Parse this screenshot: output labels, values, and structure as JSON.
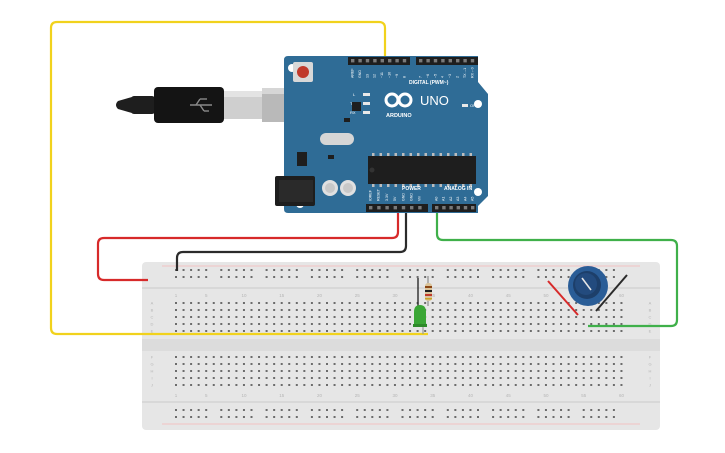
{
  "arduino": {
    "brand": "ARDUINO",
    "model": "UNO",
    "digital_header_label": "DIGITAL (PWM~)",
    "analog_header_label": "ANALOG IN",
    "power_header_label": "POWER",
    "led_labels": [
      "L",
      "TX",
      "RX"
    ],
    "on_label": "ON",
    "digital_pin_labels": [
      "AREF",
      "GND",
      "13",
      "12",
      "~11",
      "~10",
      "~9",
      "8",
      "7",
      "~6",
      "~5",
      "4",
      "~3",
      "2",
      "TX→1",
      "RX←0"
    ],
    "power_pin_labels": [
      "IOREF",
      "RESET",
      "3.3V",
      "5V",
      "GND",
      "GND",
      "Vin"
    ],
    "analog_pin_labels": [
      "A0",
      "A1",
      "A2",
      "A3",
      "A4",
      "A5"
    ],
    "board_color": "#2f6c96"
  },
  "breadboard": {
    "column_numbers": [
      "1",
      "5",
      "10",
      "15",
      "20",
      "25",
      "30",
      "35",
      "40",
      "45",
      "50",
      "55",
      "60"
    ],
    "row_letters_top": [
      "A",
      "B",
      "C",
      "D",
      "E"
    ],
    "row_letters_bottom": [
      "F",
      "G",
      "H",
      "I",
      "J"
    ],
    "color": "#e6e6e6"
  },
  "components": {
    "led_color": "#3aa635",
    "resistor_color": "#d9c39a",
    "potentiometer_color": "#2a5d97"
  },
  "wires": {
    "yellow": "#f1d21c",
    "red": "#d72a2a",
    "black": "#2b2b2b",
    "green": "#3fb04a"
  },
  "icons": {
    "usb_cable": "usb-cable-icon",
    "arduino_logo": "infinity-logo-icon"
  }
}
